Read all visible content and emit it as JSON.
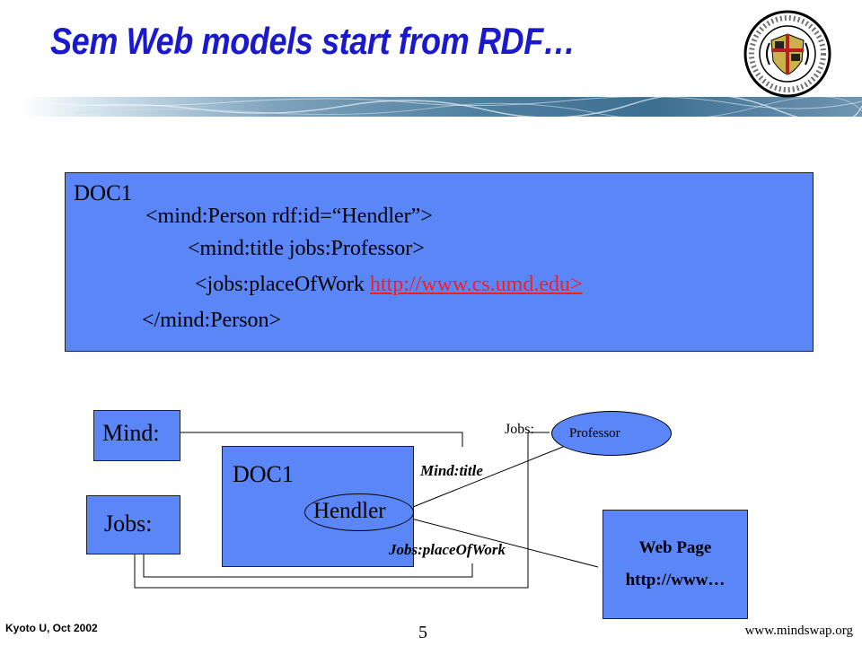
{
  "slide": {
    "title": "Sem Web models start from RDF…",
    "footer_left": "Kyoto U, Oct 2002",
    "page_number": "5",
    "footer_right": "www.mindswap.org"
  },
  "code_box": {
    "doc_label": "DOC1",
    "line1": "<mind:Person  rdf:id=“Hendler”>",
    "line2": "<mind:title jobs:Professor>",
    "line3_prefix": "<jobs:placeOfWork  ",
    "line3_link": "http://www.cs.umd.edu>",
    "line4": "</mind:Person>"
  },
  "diagram": {
    "mind_label": "Mind:",
    "jobs_label": "Jobs:",
    "doc_label": "DOC1",
    "node_label": "Hendler",
    "jobs_prefix": "Jobs:",
    "professor_label": "Professor",
    "edge_title": "Mind:title",
    "edge_place": "Jobs:placeOfWork",
    "webpage_line1": "Web Page",
    "webpage_line2": "http://www…"
  },
  "colors": {
    "title": "#1a1acc",
    "box_fill": "#5b86f7",
    "link": "#ff1a1a"
  }
}
